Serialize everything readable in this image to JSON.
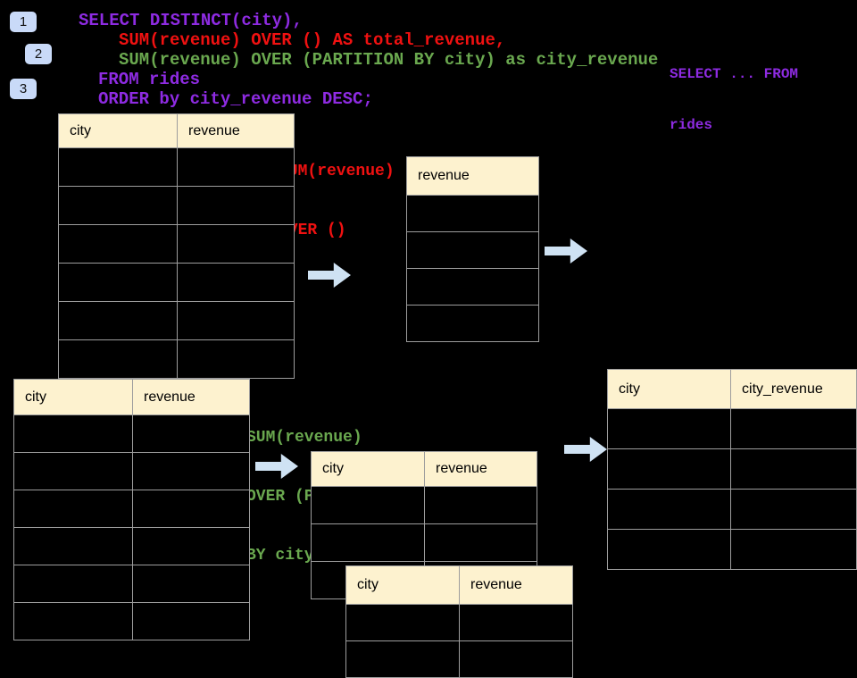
{
  "colors": {
    "background": "#000000",
    "code_purple": "#8e2be2",
    "code_red": "#f01111",
    "code_green": "#6aa84f",
    "table_header_fill": "#fdf2cf",
    "table_border": "#9d9d9d",
    "arrow_fill": "#cfe2f3",
    "badge_fill": "#c9daf8"
  },
  "badges": [
    {
      "label": "1"
    },
    {
      "label": "2"
    },
    {
      "label": "3"
    }
  ],
  "sql_code": {
    "line1": "SELECT DISTINCT(city),",
    "line2": "SUM(revenue) OVER () AS total_revenue,",
    "line3": "SUM(revenue) OVER (PARTITION BY city) as city_revenue",
    "line4": "FROM rides",
    "line5": "ORDER by city_revenue DESC;"
  },
  "side_snippet": {
    "line1": "SELECT ... FROM",
    "line2": "rides"
  },
  "annotations": {
    "total_fn": {
      "line1": "SUM(revenue)",
      "line2": "OVER ()"
    },
    "partition_fn": {
      "line1": "SUM(revenue)",
      "line2": "OVER (PARTITION",
      "line3": "BY city)"
    }
  },
  "tables": {
    "source_top": {
      "columns": [
        "city",
        "revenue"
      ],
      "rows": 6
    },
    "total_result": {
      "columns": [
        "revenue"
      ],
      "rows": 4
    },
    "source_bottom": {
      "columns": [
        "city",
        "revenue"
      ],
      "rows": 6
    },
    "partition_front": {
      "columns": [
        "city",
        "revenue"
      ],
      "rows": 3
    },
    "partition_back": {
      "columns": [
        "city",
        "revenue"
      ],
      "rows": 2
    },
    "final_result": {
      "columns": [
        "city",
        "city_revenue"
      ],
      "rows": 4
    }
  }
}
